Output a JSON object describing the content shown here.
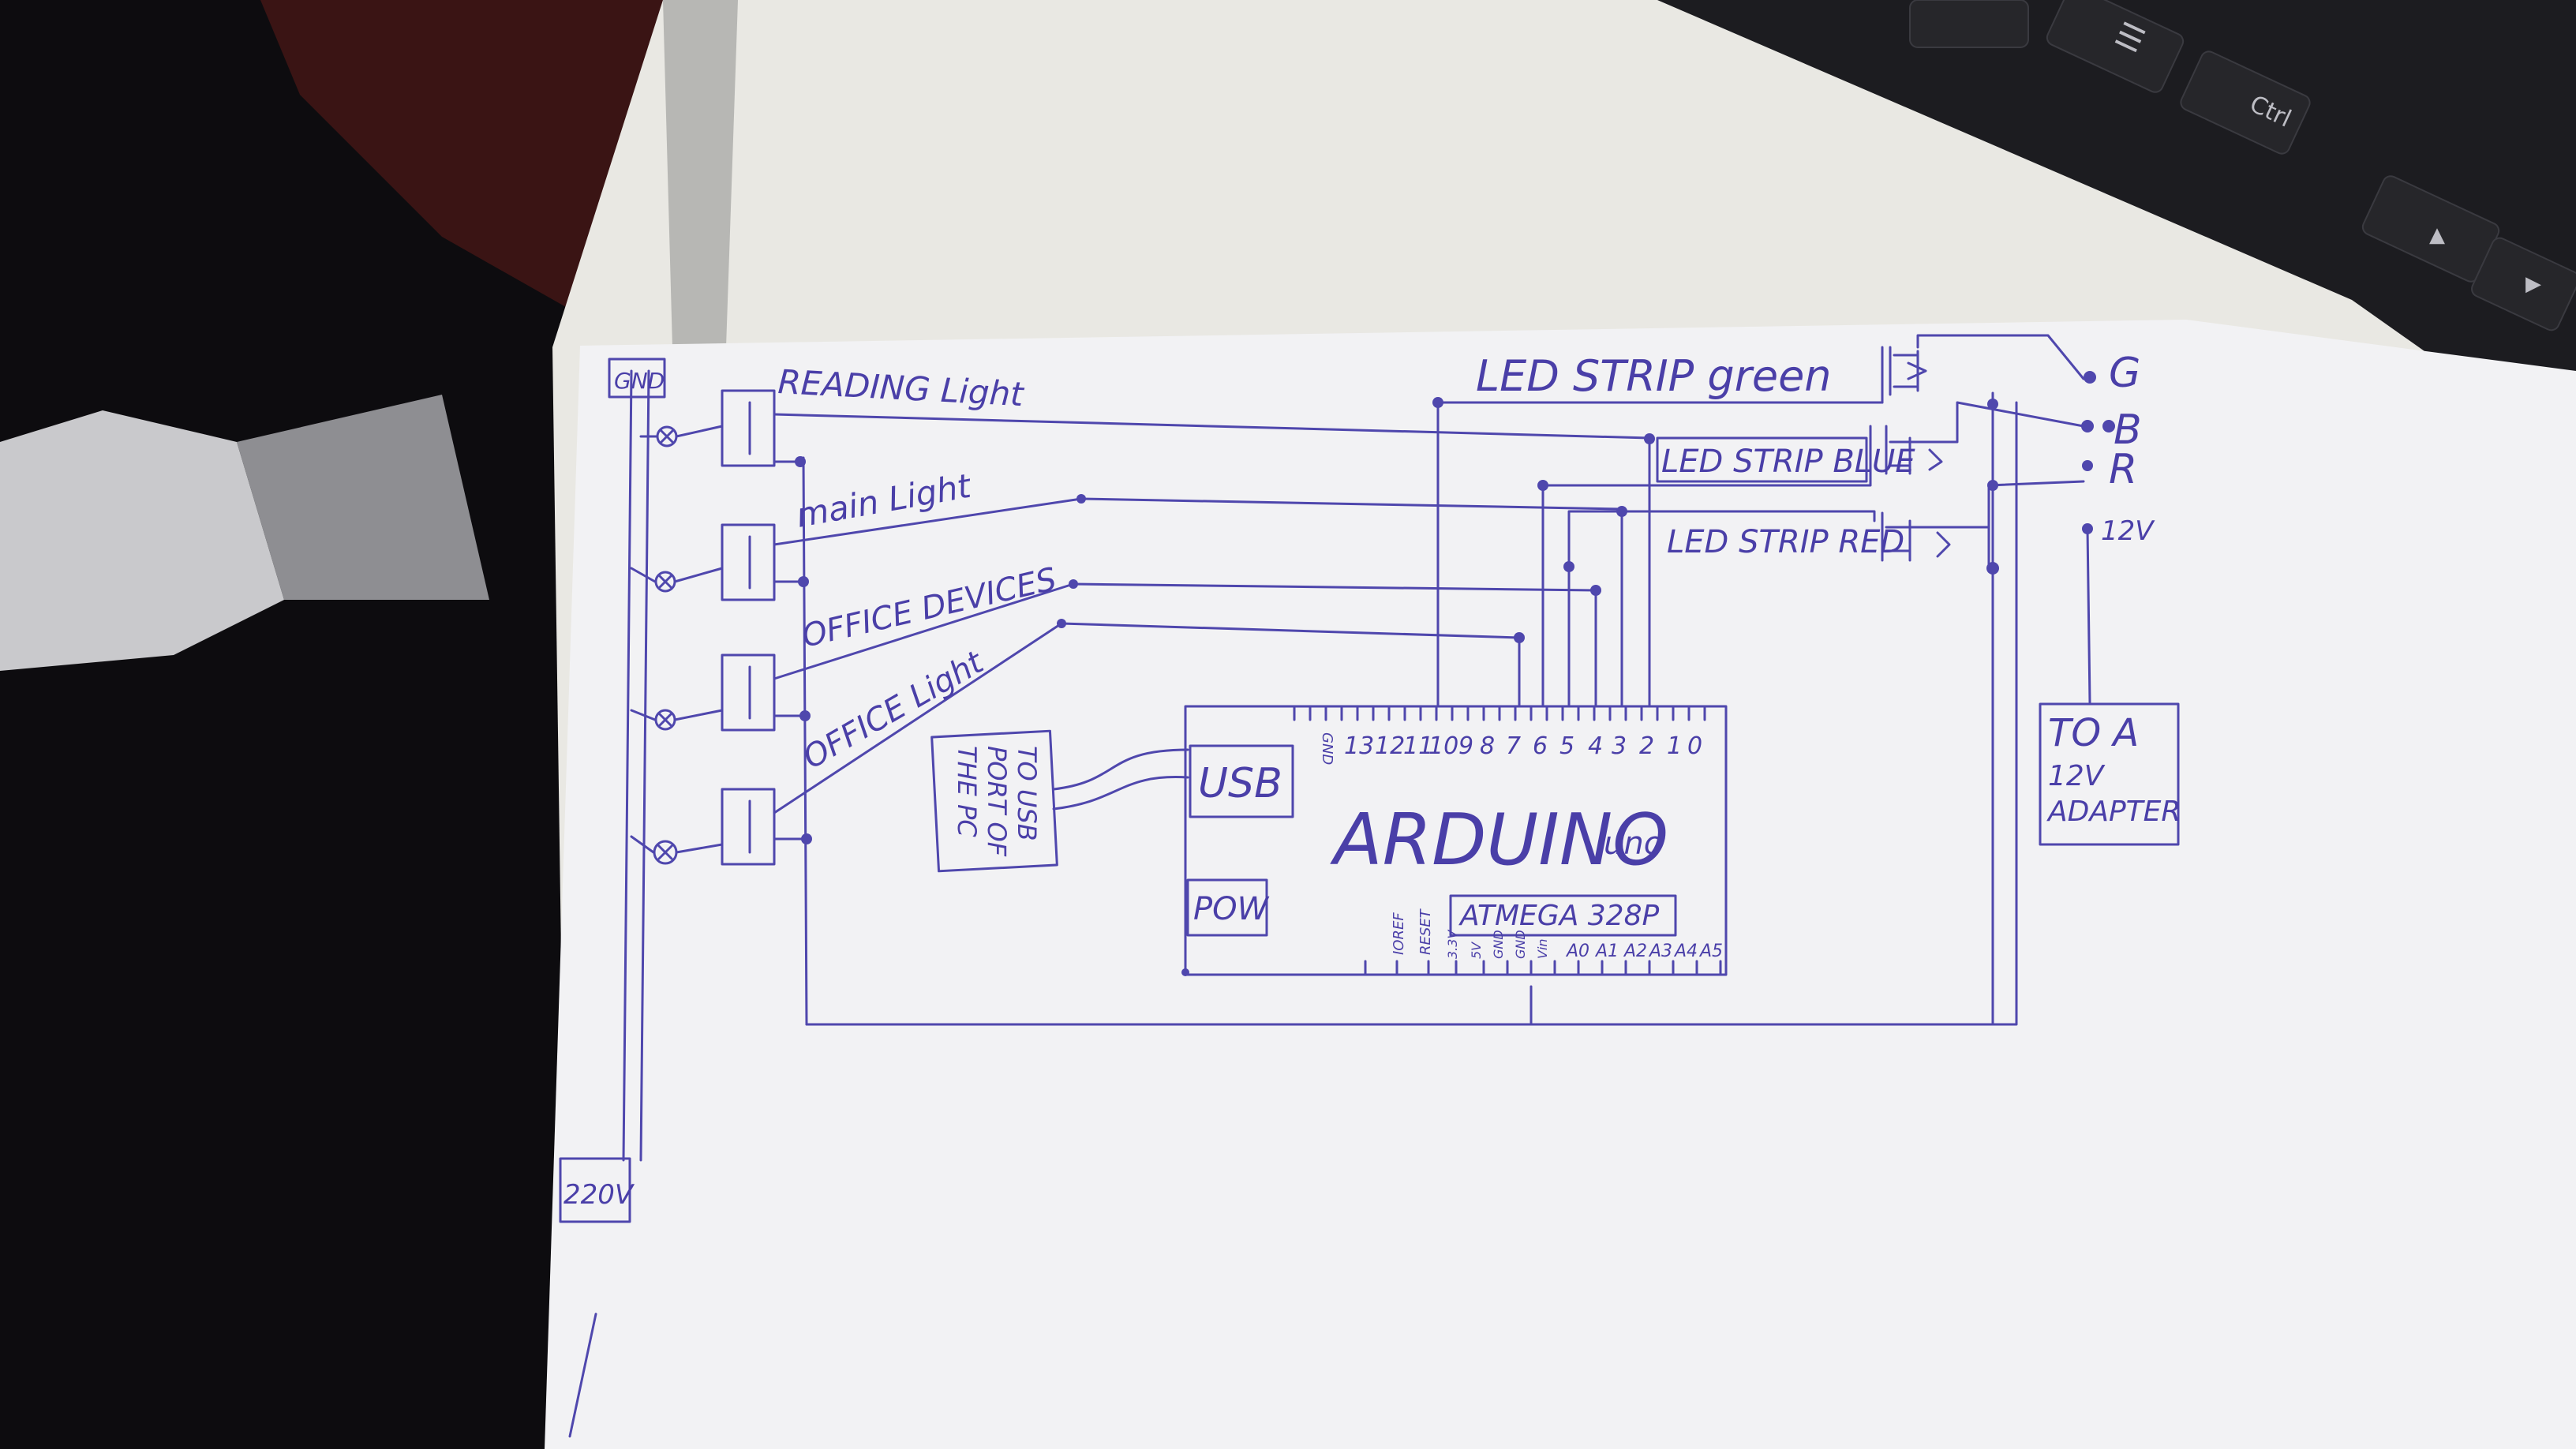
{
  "left_labels": {
    "gnd": "GND",
    "reading": "READING Light",
    "main": "main Light",
    "office_devices": "OFFICE DEVICES",
    "office_light": "OFFICE Light",
    "mains": "220V"
  },
  "right_labels": {
    "green": "LED STRIP green",
    "blue": "LED STRIP BLUE",
    "red": "LED STRIP RED",
    "g": "G",
    "b": "B",
    "r": "R",
    "v12": "12V",
    "adapter": [
      "TO A",
      "12V",
      "ADAPTER"
    ]
  },
  "arduino": {
    "name": "ARDUINO",
    "model": "uno",
    "chip": "ATMEGA 328P",
    "usb": "USB",
    "pow": "POW",
    "digital_pins": [
      "GND",
      "13",
      "12",
      "11",
      "10",
      "9",
      "8",
      "7",
      "6",
      "5",
      "4",
      "3",
      "2",
      "1",
      "0"
    ],
    "analog_pins": [
      "IOREF",
      "RESET",
      "3.3V",
      "5V",
      "GND",
      "GND",
      "Vin",
      "A0",
      "A1",
      "A2",
      "A3",
      "A4",
      "A5"
    ]
  },
  "usb_note": [
    "TO USB",
    "PORT OF",
    "THE PC"
  ],
  "keyboard": {
    "ctrl": "Ctrl",
    "menu": "☰",
    "up": "▲",
    "right": "▶"
  },
  "colors": {
    "paper": "#f2f2f4",
    "ink": "#4f47ad",
    "board": "#ecebe6",
    "keyboard": "#1c1c20",
    "pen": "#2aa7e0"
  }
}
